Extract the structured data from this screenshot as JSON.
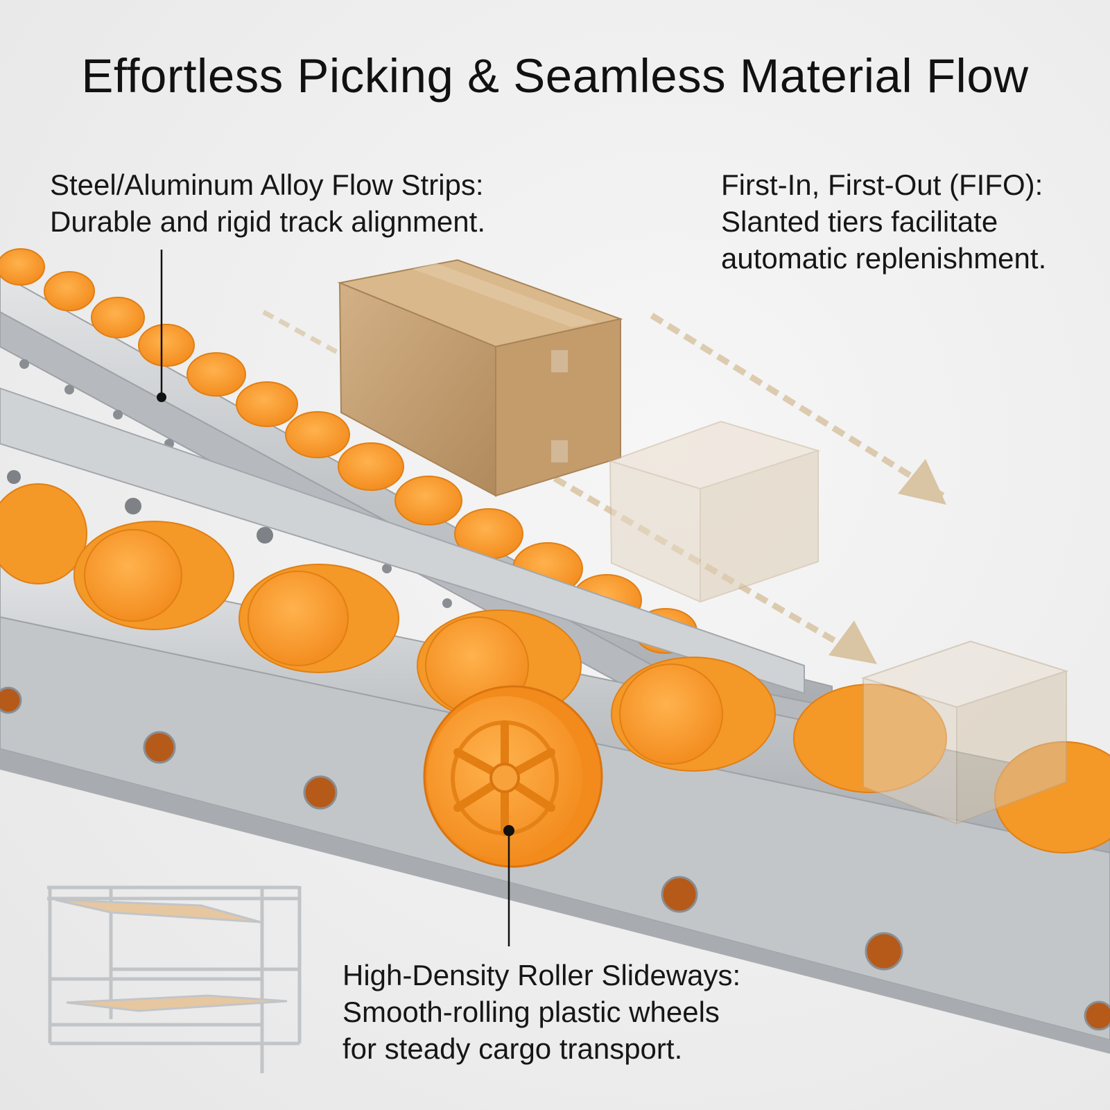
{
  "headline": "Effortless Picking & Seamless Material Flow",
  "callouts": {
    "flow_strips": {
      "title": "Steel/Aluminum Alloy Flow Strips:",
      "body": "Durable and rigid track alignment."
    },
    "fifo": {
      "title": "First-In, First-Out (FIFO):",
      "line2": "Slanted tiers facilitate",
      "line3": "automatic replenishment."
    },
    "roller_slideways": {
      "title": "High-Density Roller Slideways:",
      "line2": "Smooth-rolling plastic wheels",
      "line3": "for steady cargo transport."
    }
  },
  "colors": {
    "background": "#efefef",
    "roller_orange": "#f7a23a",
    "rail_steel": "#c7cacd",
    "cardboard": "#c9a57a",
    "arrow": "#d9c4a3"
  }
}
